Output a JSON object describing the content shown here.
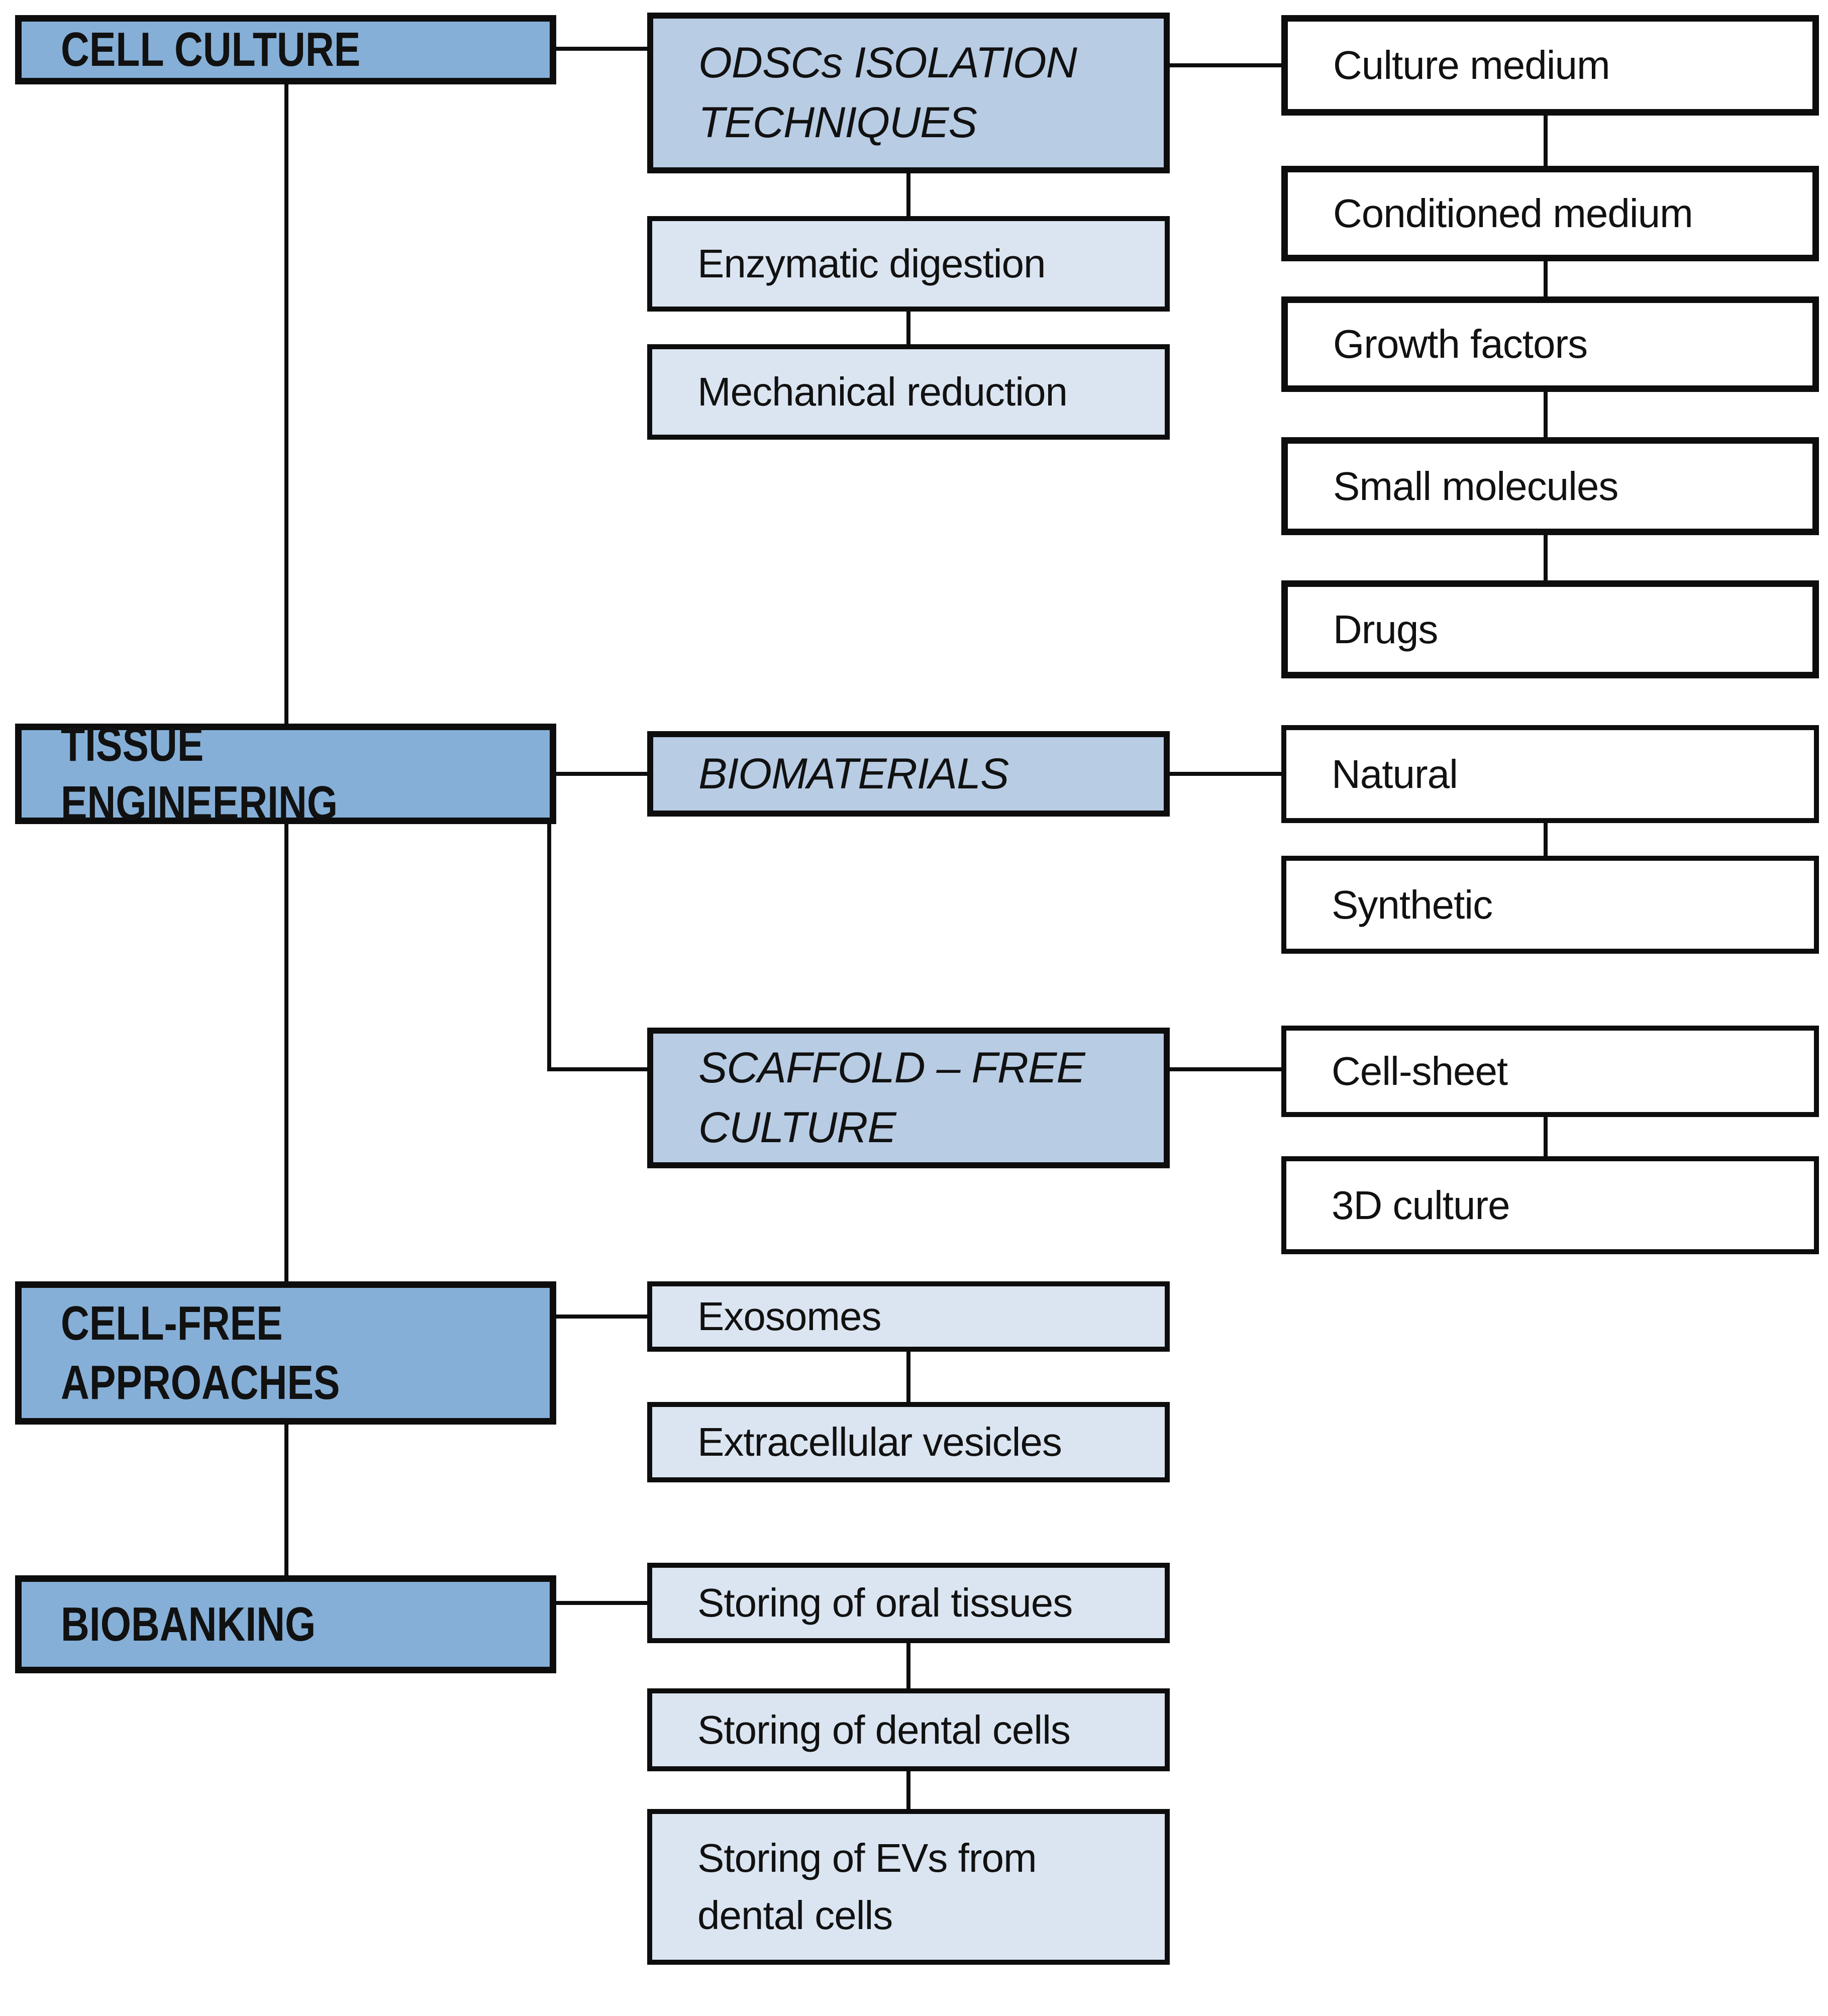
{
  "figure": {
    "type": "flowchart",
    "background": "#ffffff",
    "description": "Three-column hierarchy diagram of oral-derived stem cell (ODSC) research approaches"
  },
  "colors": {
    "category_fill": "#85afd7",
    "header_fill": "#b8cce4",
    "sub_fill": "#dbe5f1",
    "leaf_fill": "#ffffff",
    "line_color": "#0d0d0d",
    "text_color": "#111111"
  },
  "nodes": {
    "cell_culture": {
      "label": "CELL CULTURE"
    },
    "tissue_engineering": {
      "label": "TISSUE ENGINEERING"
    },
    "cell_free_approaches": {
      "label": "CELL-FREE\nAPPROACHES"
    },
    "biobanking": {
      "label": "BIOBANKING"
    },
    "odscs_isolation": {
      "label": "ODSCs ISOLATION\nTECHNIQUES"
    },
    "enzymatic_digestion": {
      "label": "Enzymatic digestion"
    },
    "mechanical_reduction": {
      "label": "Mechanical reduction"
    },
    "biomaterials": {
      "label": "BIOMATERIALS"
    },
    "scaffold_free_culture": {
      "label": "SCAFFOLD – FREE\nCULTURE"
    },
    "exosomes": {
      "label": "Exosomes"
    },
    "extracellular_vesicles": {
      "label": "Extracellular vesicles"
    },
    "storing_oral_tissues": {
      "label": "Storing of oral tissues"
    },
    "storing_dental_cells": {
      "label": "Storing of dental cells"
    },
    "storing_evs_dental_cells": {
      "label": "Storing of EVs from\ndental cells"
    },
    "culture_medium": {
      "label": "Culture medium"
    },
    "conditioned_medium": {
      "label": "Conditioned medium"
    },
    "growth_factors": {
      "label": "Growth factors"
    },
    "small_molecules": {
      "label": "Small molecules"
    },
    "drugs": {
      "label": "Drugs"
    },
    "natural": {
      "label": "Natural"
    },
    "synthetic": {
      "label": "Synthetic"
    },
    "cell_sheet": {
      "label": "Cell-sheet"
    },
    "culture_3d": {
      "label": "3D culture"
    }
  },
  "edges": [
    [
      "cell_culture",
      "odscs_isolation"
    ],
    [
      "cell_culture",
      "tissue_engineering"
    ],
    [
      "tissue_engineering",
      "cell_free_approaches"
    ],
    [
      "cell_free_approaches",
      "biobanking"
    ],
    [
      "odscs_isolation",
      "enzymatic_digestion"
    ],
    [
      "enzymatic_digestion",
      "mechanical_reduction"
    ],
    [
      "odscs_isolation",
      "culture_medium"
    ],
    [
      "culture_medium",
      "conditioned_medium"
    ],
    [
      "conditioned_medium",
      "growth_factors"
    ],
    [
      "growth_factors",
      "small_molecules"
    ],
    [
      "small_molecules",
      "drugs"
    ],
    [
      "tissue_engineering",
      "biomaterials"
    ],
    [
      "biomaterials",
      "natural"
    ],
    [
      "natural",
      "synthetic"
    ],
    [
      "tissue_engineering",
      "scaffold_free_culture"
    ],
    [
      "scaffold_free_culture",
      "cell_sheet"
    ],
    [
      "cell_sheet",
      "culture_3d"
    ],
    [
      "cell_free_approaches",
      "exosomes"
    ],
    [
      "exosomes",
      "extracellular_vesicles"
    ],
    [
      "biobanking",
      "storing_oral_tissues"
    ],
    [
      "storing_oral_tissues",
      "storing_dental_cells"
    ],
    [
      "storing_dental_cells",
      "storing_evs_dental_cells"
    ]
  ]
}
